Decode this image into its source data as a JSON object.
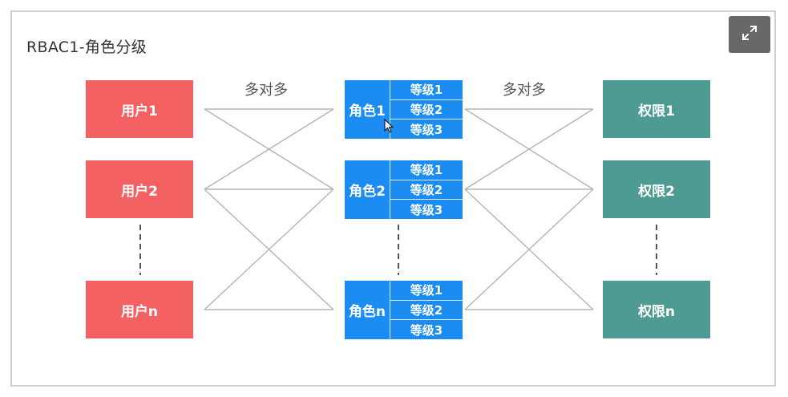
{
  "title": "RBAC1-角色分级",
  "expand_button": {
    "icon": "expand-icon"
  },
  "many_to_many_left": "多对多",
  "many_to_many_right": "多对多",
  "users": [
    "用户1",
    "用户2",
    "用户n"
  ],
  "roles": [
    {
      "name": "角色1",
      "levels": [
        "等级1",
        "等级2",
        "等级3"
      ]
    },
    {
      "name": "角色2",
      "levels": [
        "等级1",
        "等级2",
        "等级3"
      ]
    },
    {
      "name": "角色n",
      "levels": [
        "等级1",
        "等级2",
        "等级3"
      ]
    }
  ],
  "permissions": [
    "权限1",
    "权限2",
    "权限n"
  ],
  "colors": {
    "user": "#f36162",
    "role": "#1a8cf2",
    "permission": "#4e9b93",
    "line": "#b5b5b5"
  }
}
